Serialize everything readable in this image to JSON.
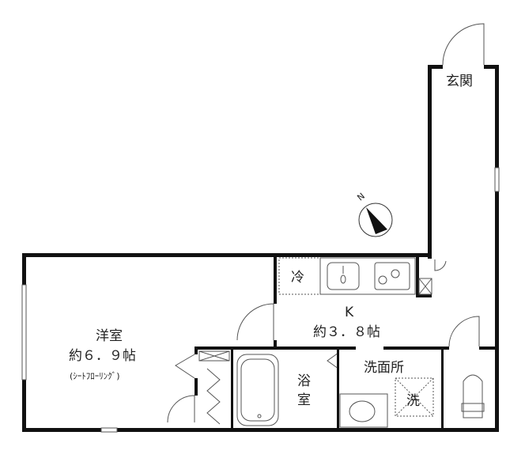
{
  "plan": {
    "entrance": "玄関",
    "compass_label": "N",
    "western_room": {
      "name": "洋室",
      "size": "約６．９帖",
      "note": "(ｼｰﾄﾌﾛｰﾘﾝｸﾞ)"
    },
    "kitchen": {
      "name": "K",
      "size": "約３．８帖"
    },
    "fridge": "冷",
    "bathroom": [
      "浴",
      "室"
    ],
    "washroom": "洗面所",
    "washer": "洗"
  },
  "colors": {
    "wall": "#111111",
    "line": "#555555"
  }
}
